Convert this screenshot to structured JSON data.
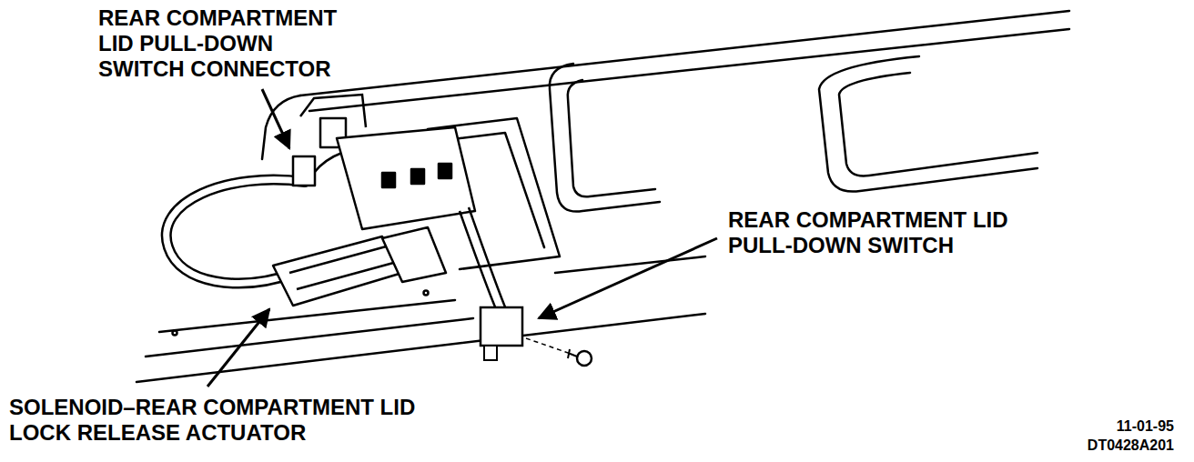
{
  "diagram": {
    "labels": [
      "REAR COMPARTMENT LID PULL-DOWN SWITCH CONNECTOR",
      "REAR COMPARTMENT LID PULL-DOWN SWITCH",
      "SOLENOID–REAR COMPARTMENT LID LOCK RELEASE ACTUATOR",
      "11-01-95",
      "DT0428A201"
    ]
  }
}
